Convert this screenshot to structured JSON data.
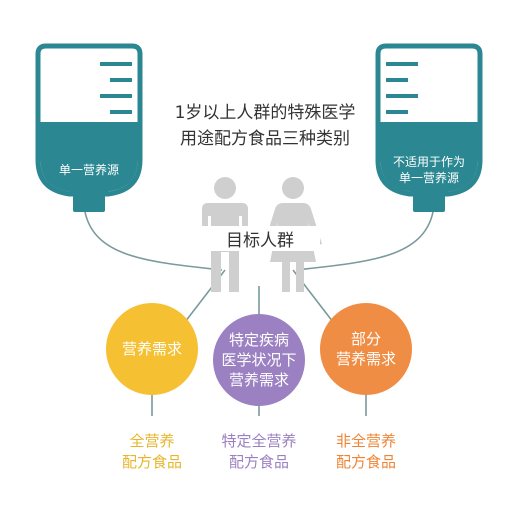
{
  "title_lines": [
    "1岁以上人群的特殊医学",
    "用途配方食品三种类别"
  ],
  "left_bag": {
    "label": "单一营养源"
  },
  "right_bag": {
    "label_lines": [
      "不适用于作为",
      "单一营养源"
    ]
  },
  "target_label": "目标人群",
  "categories": [
    {
      "circle_lines": [
        "营养需求"
      ],
      "result_lines": [
        "全营养",
        "配方食品"
      ]
    },
    {
      "circle_lines": [
        "特定疾病",
        "医学状况下",
        "营养需求"
      ],
      "result_lines": [
        "特定全营养",
        "配方食品"
      ]
    },
    {
      "circle_lines": [
        "部分",
        "营养需求"
      ],
      "result_lines": [
        "非全营养",
        "配方食品"
      ]
    }
  ],
  "colors": {
    "teal": "#2b8792",
    "bag_light": "#ffffff",
    "line": "#7a9a9c",
    "people": "#cfcfcf",
    "yellow": "#f5c032",
    "purple": "#9b80c2",
    "orange": "#f08d44",
    "yellow_text": "#e8b52a",
    "purple_text": "#9b80c2",
    "orange_text": "#ee8536"
  }
}
